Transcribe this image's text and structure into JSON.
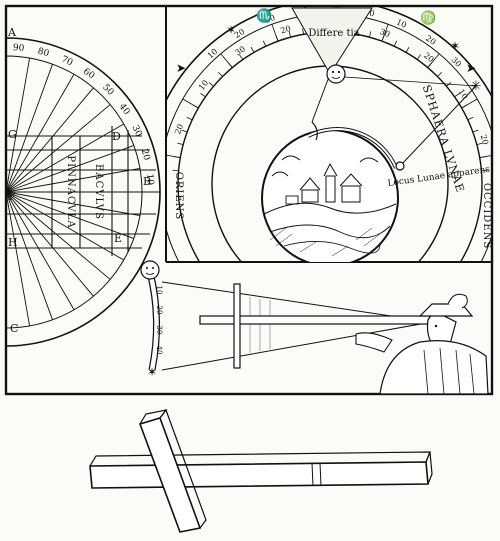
{
  "quadrant": {
    "corner_letters": [
      "A",
      "G",
      "F",
      "H",
      "C"
    ],
    "inner_letters": [
      "B",
      "D",
      "E"
    ],
    "scale_top": [
      "90",
      "80",
      "70",
      "60",
      "50",
      "40",
      "30",
      "20",
      "10"
    ],
    "pinnacula": "PINNACVLA",
    "baculus": "BACVLVS"
  },
  "sphere": {
    "oriens": "ORIENS",
    "occidens": "OCCIDENS",
    "sphaera": "SPHAERA LVNAE",
    "differentia": "Differe tia",
    "apparent_place": "Locus Lunae apparens",
    "zodiac_left_glyph": "♏",
    "zodiac_right_glyph": "♍",
    "scale_outer": [
      "10",
      "20",
      "30",
      "10",
      "20",
      "30",
      "10",
      "20",
      "30"
    ],
    "scale_inner": [
      "20",
      "10",
      "30",
      "20",
      "10",
      "30",
      "20",
      "10",
      "20"
    ]
  },
  "sight": {
    "moon_scale": [
      "10",
      "20",
      "30",
      "40"
    ]
  }
}
